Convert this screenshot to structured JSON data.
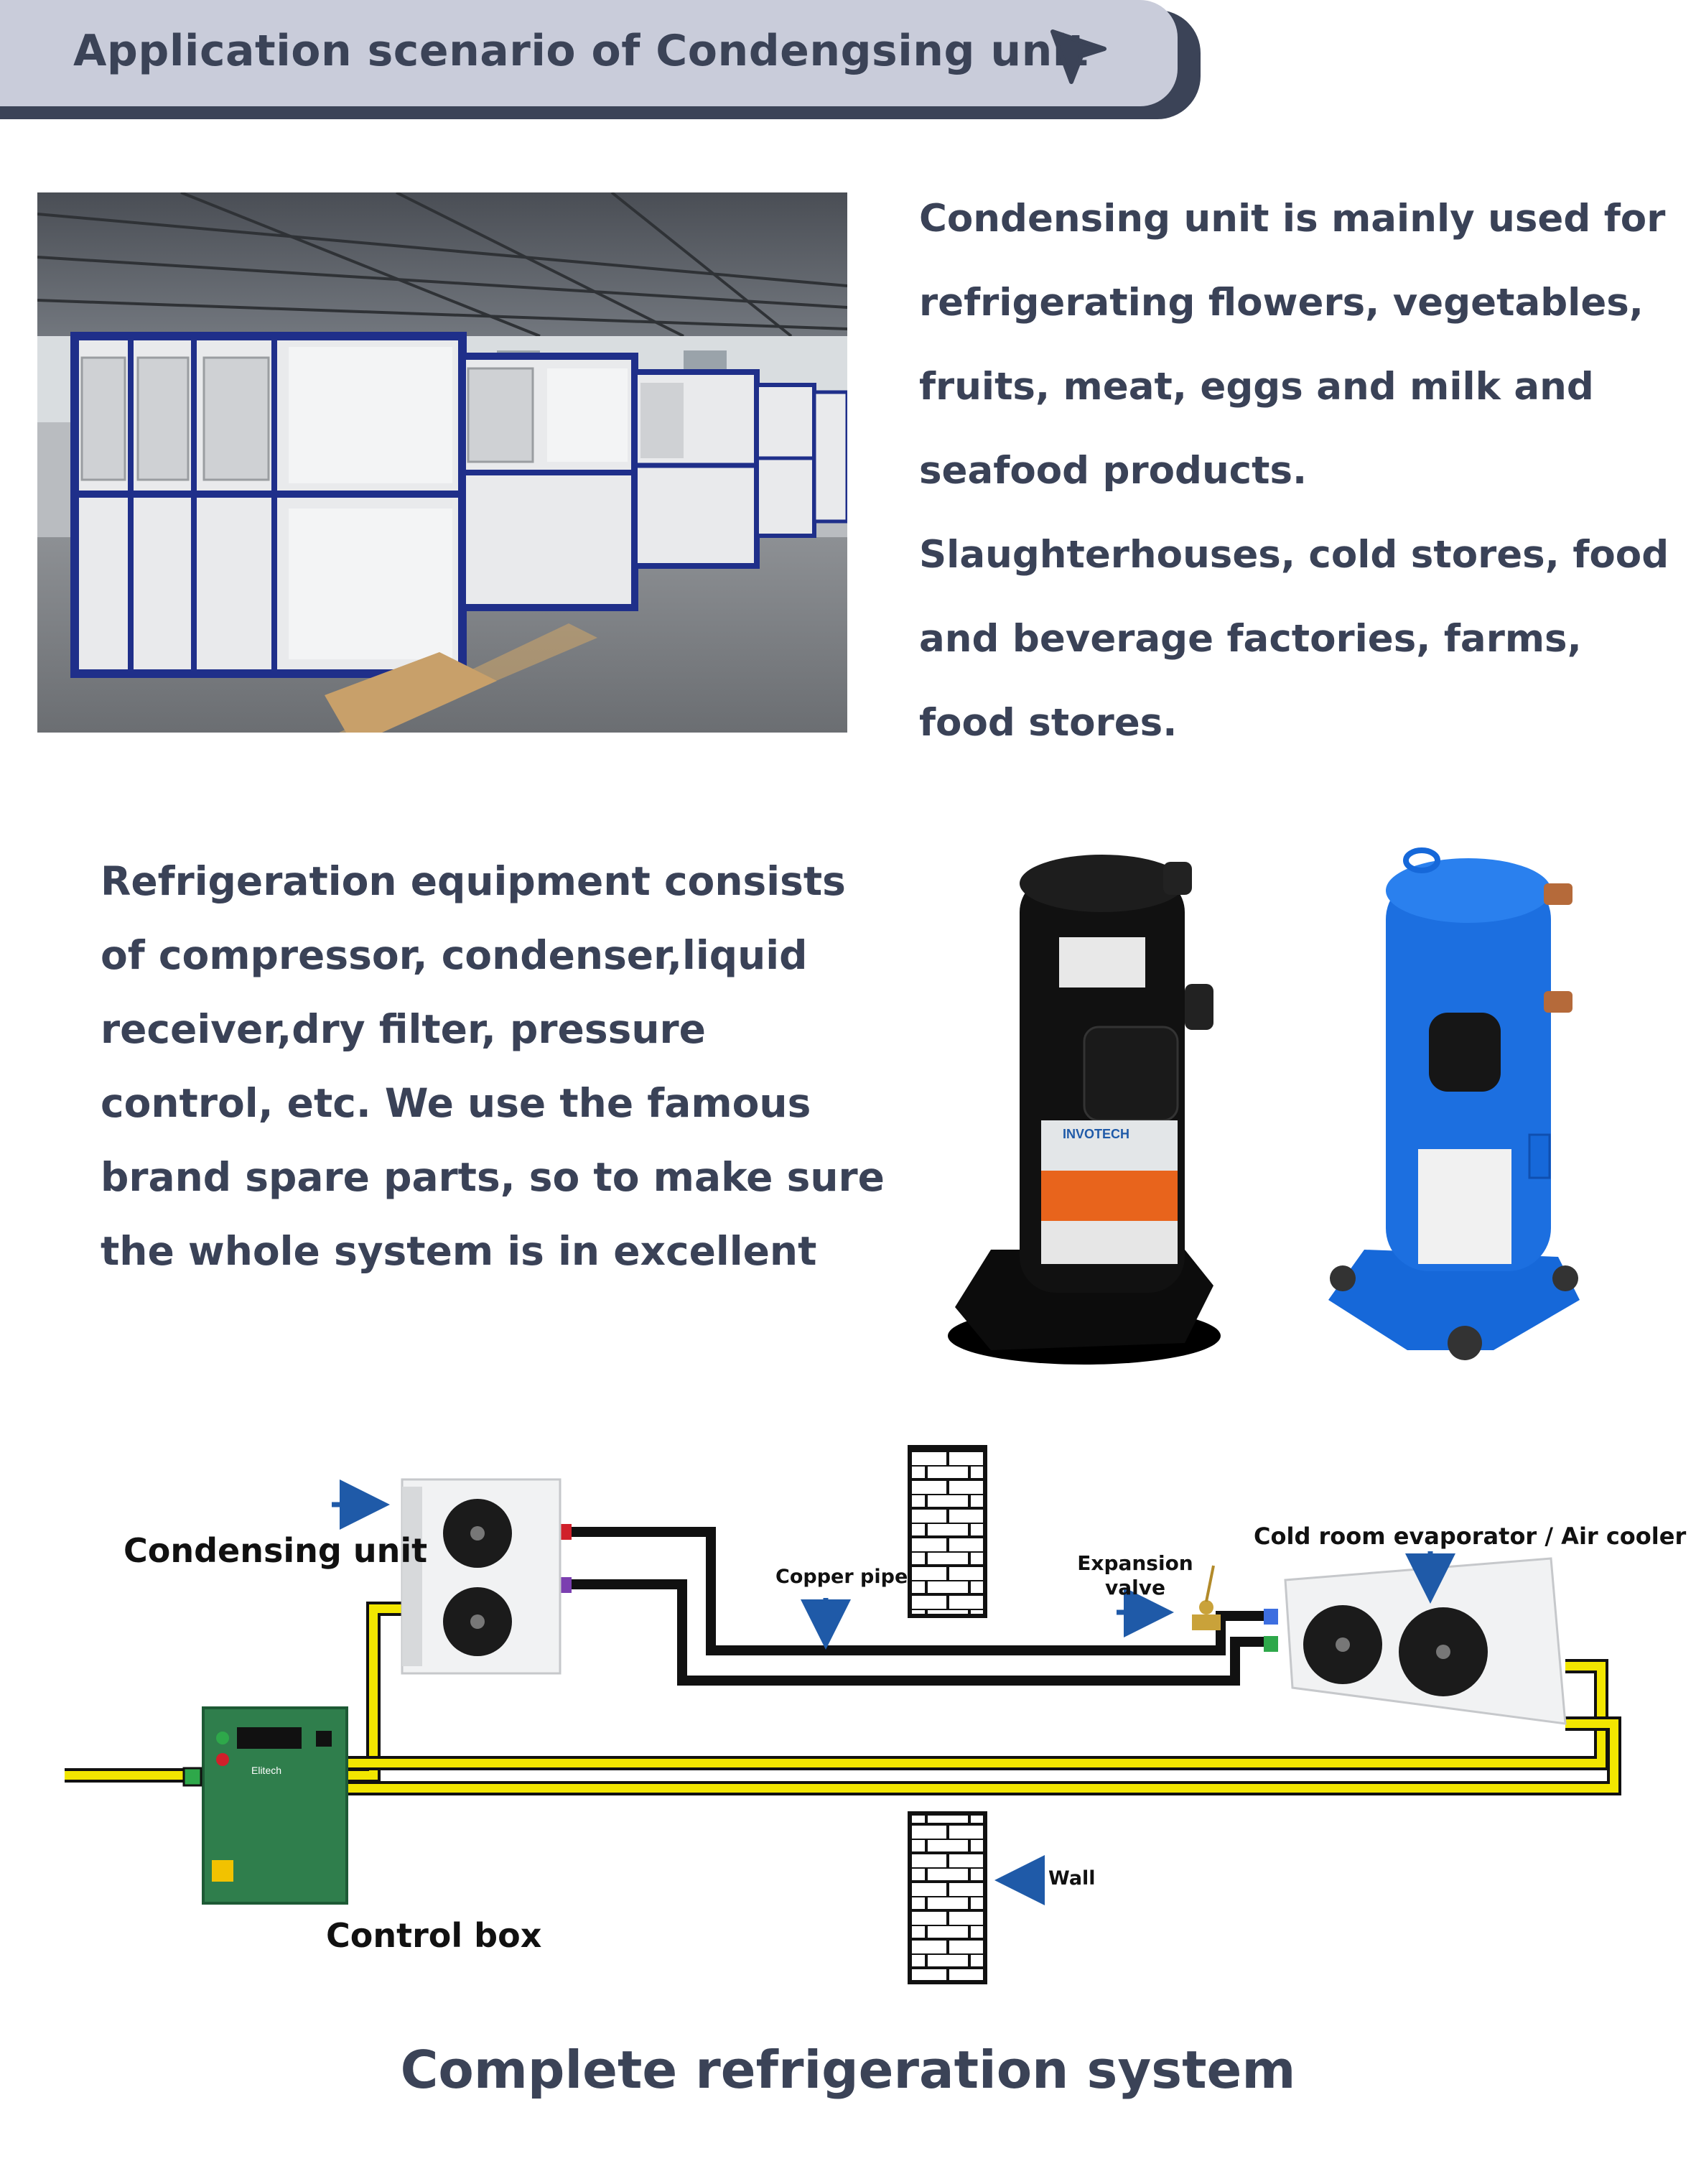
{
  "header": {
    "title": "Application scenario of Condengsing unit",
    "icon": "cursor-arrow-icon"
  },
  "intro": {
    "text": "Condensing unit is mainly used for refrigerating flowers, vegetables, fruits, meat, eggs and milk and seafood products. Slaughterhouses, cold stores, food and beverage factories, farms, food stores."
  },
  "equipment": {
    "text": "Refrigeration equipment consists of compressor, condenser,liquid receiver,dry filter, pressure control, etc. We use the famous brand spare parts, so to make sure the whole system is in excellent"
  },
  "compressors": {
    "black_label": "INVOTECH"
  },
  "diagram": {
    "condensing_unit_label": "Condensing unit",
    "copper_pipe_label": "Copper pipe",
    "expansion_valve_label": "Expansion valve",
    "evaporator_label": "Cold room evaporator / Air cooler",
    "control_box_label": "Control box",
    "wall_label": "Wall",
    "control_box_brand": "Elitech"
  },
  "footer": {
    "title": "Complete refrigeration system"
  },
  "colors": {
    "banner_bg": "#c9ccda",
    "banner_shadow": "#3b4357",
    "text": "#3a4257",
    "arrow_blue": "#1f5aa8",
    "cable_yellow": "#f2e600",
    "compressor_blue": "#1668d9"
  }
}
